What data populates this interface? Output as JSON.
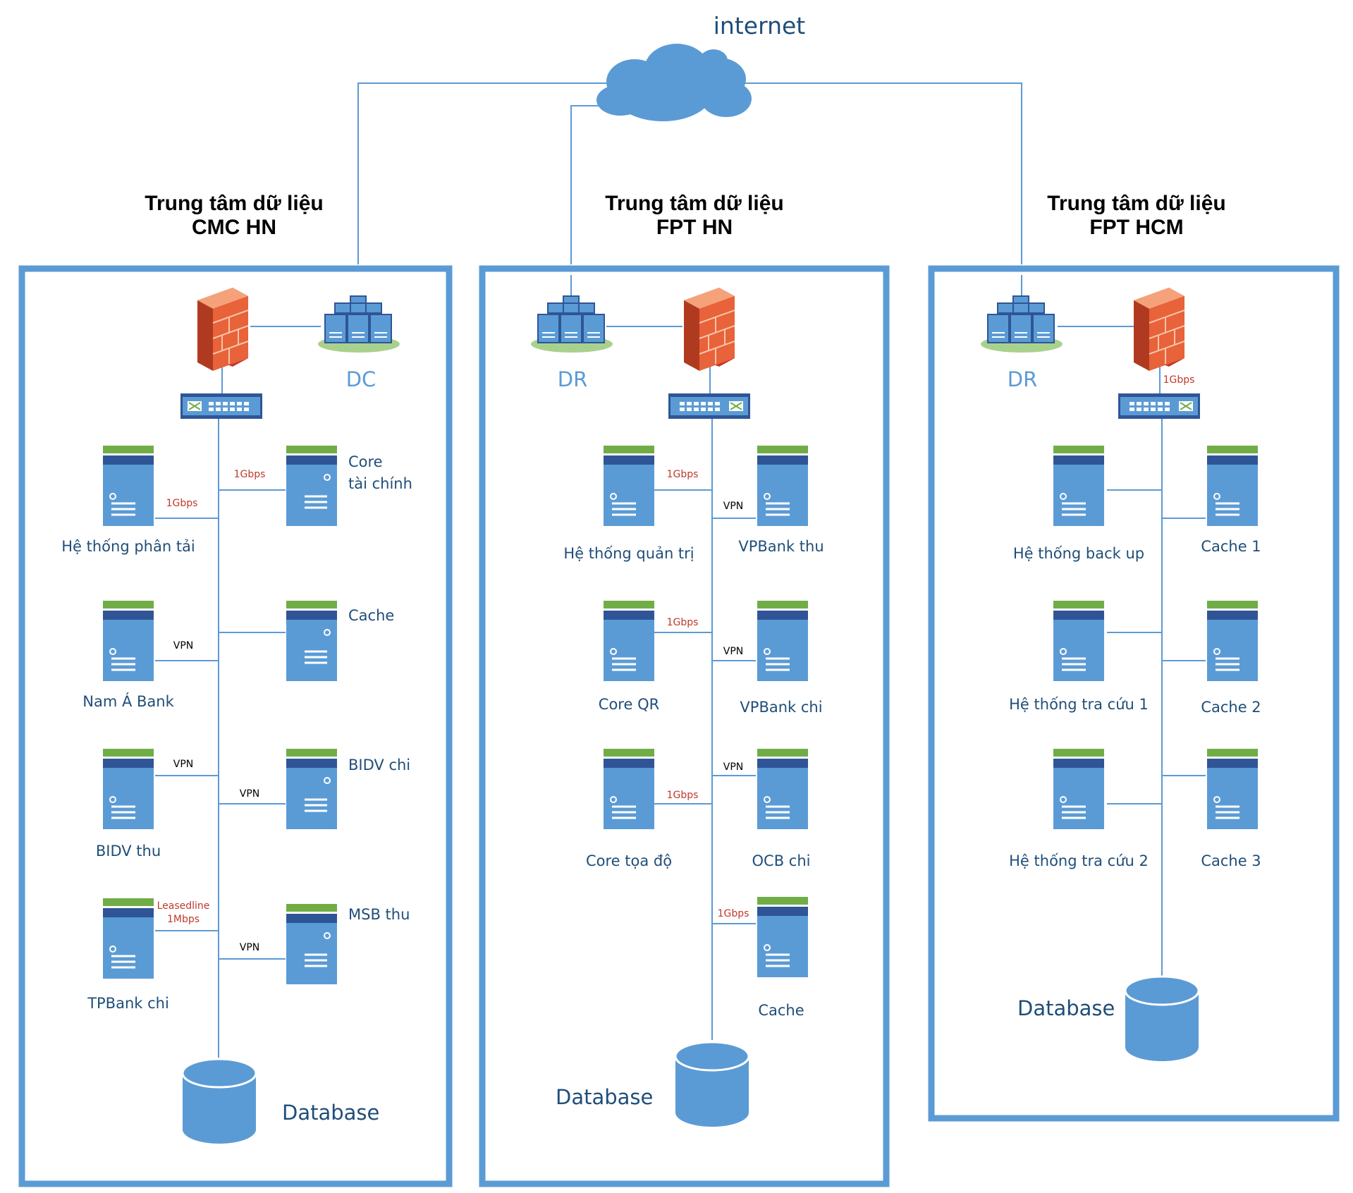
{
  "internet": {
    "label": "internet"
  },
  "centers": [
    {
      "title_line1": "Trung tâm dữ liệu",
      "title_line2": "CMC HN",
      "site_label": "DC",
      "servers": [
        "Hệ thống phân tải",
        "Core",
        "tài chính",
        "Cache",
        "Nam Á Bank",
        "BIDV chi",
        "BIDV thu",
        "MSB thu",
        "TPBank chi"
      ],
      "links": [
        "1Gbps",
        "1Gbps",
        "VPN",
        "VPN",
        "VPN",
        "Leasedline",
        "1Mbps",
        "VPN"
      ],
      "database": "Database"
    },
    {
      "title_line1": "Trung tâm dữ liệu",
      "title_line2": "FPT HN",
      "site_label": "DR",
      "servers": [
        "Hệ thống quản trị",
        "VPBank thu",
        "Core QR",
        "VPBank chi",
        "Core tọa độ",
        "OCB chi",
        "Cache"
      ],
      "links": [
        "1Gbps",
        "VPN",
        "1Gbps",
        "VPN",
        "VPN",
        "1Gbps",
        "1Gbps"
      ],
      "database": "Database"
    },
    {
      "title_line1": "Trung tâm dữ liệu",
      "title_line2": "FPT HCM",
      "site_label": "DR",
      "servers": [
        "Hệ thống back up",
        "Cache 1",
        "Hệ thống tra cứu 1",
        "Cache 2",
        "Hệ thống tra cứu 2",
        "Cache 3"
      ],
      "links": [
        "1Gbps"
      ],
      "database": "Database"
    }
  ],
  "colors": {
    "accent": "#5b9bd5",
    "server_top": "#70ad47",
    "server_band": "#2f5597",
    "firewall": "#e8623a",
    "text": "#1f4e79",
    "link_speed": "#c0392b"
  }
}
